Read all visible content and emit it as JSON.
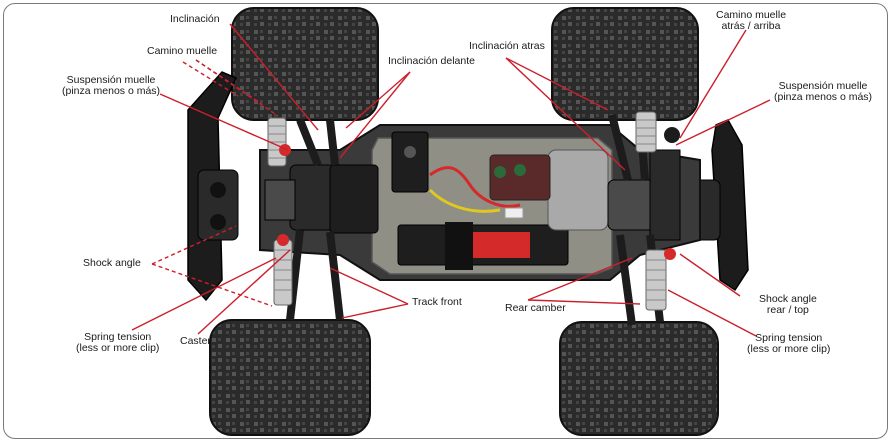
{
  "labels": {
    "inclinacion": "Inclinación",
    "camino_muelle": "Camino muelle",
    "inclinacion_delante": "Inclinación delante",
    "suspension_muelle_left": [
      "Suspensión muelle",
      "(pinza menos o más)"
    ],
    "inclinacion_atras": "Inclinación atras",
    "camino_muelle_rear": [
      "Camino muelle",
      "atrás / arriba"
    ],
    "suspension_muelle_right": [
      "Suspensión muelle",
      "(pinza menos o más)"
    ],
    "shock_angle": "Shock angle",
    "track_front": "Track front",
    "rear_camber": "Rear camber",
    "shock_angle_rear": [
      "Shock angle",
      "rear / top"
    ],
    "spring_tension_left": [
      "Spring tension",
      "(less or more clip)"
    ],
    "caster": "Caster",
    "spring_tension_right": [
      "Spring tension",
      "(less or more clip)"
    ]
  },
  "colors": {
    "leader_line": "#cc1f2b",
    "tire": "#2b2b2b",
    "chassis": "#3a3a3a",
    "tray": "#8f8f86",
    "body_panel": "#1e1e1e",
    "spring": "#bfbfbf",
    "accent_red": "#d42a2a"
  }
}
